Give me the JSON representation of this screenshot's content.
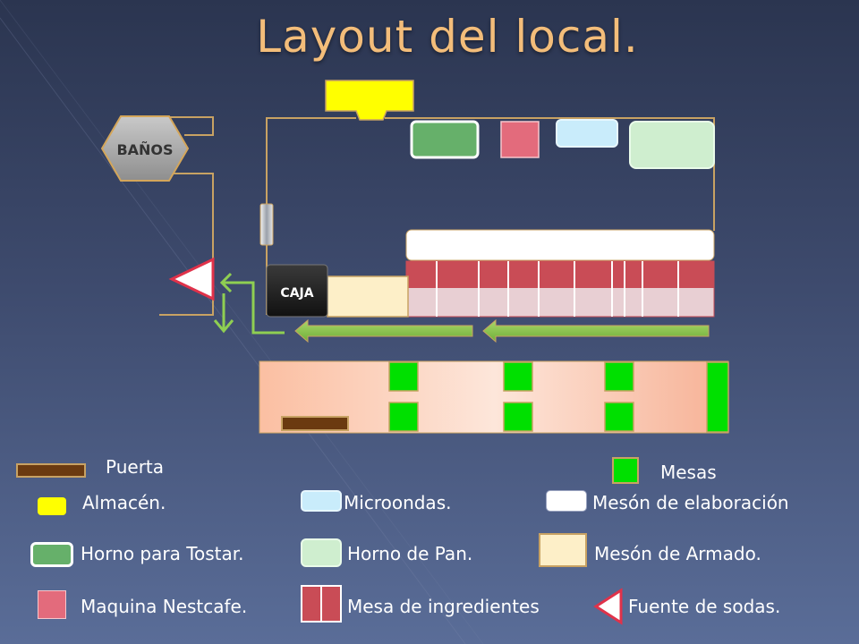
{
  "title": "Layout del local.",
  "plan": {
    "banos_label": "BAÑOS",
    "caja_label": "CAJA"
  },
  "legend": {
    "puerta": "Puerta",
    "mesas": "Mesas",
    "almacen": "Almacén.",
    "microondas": "Microondas.",
    "meson_elaboracion": "Mesón de elaboración",
    "horno_tostar": "Horno para Tostar.",
    "horno_pan": "Horno de Pan.",
    "meson_armado": "Mesón de Armado.",
    "maquina_nestcafe": "Maquina Nestcafe.",
    "mesa_ingredientes": "Mesa de ingredientes",
    "fuente_sodas": "Fuente de sodas."
  },
  "colors": {
    "almacen": "#ffff00",
    "horno_tostar": "#66b06a",
    "maquina_nestcafe": "#e36b7c",
    "microondas": "#c9ecfb",
    "horno_pan": "#cfeecf",
    "meson_elaboracion": "#ffffff",
    "meson_armado": "#fdefc8",
    "mesa_ingredientes": "#c94c56",
    "mesas": "#00e000",
    "puerta": "#6b3a10",
    "walls": "#c8a263",
    "arrows": "#8fcf52"
  }
}
